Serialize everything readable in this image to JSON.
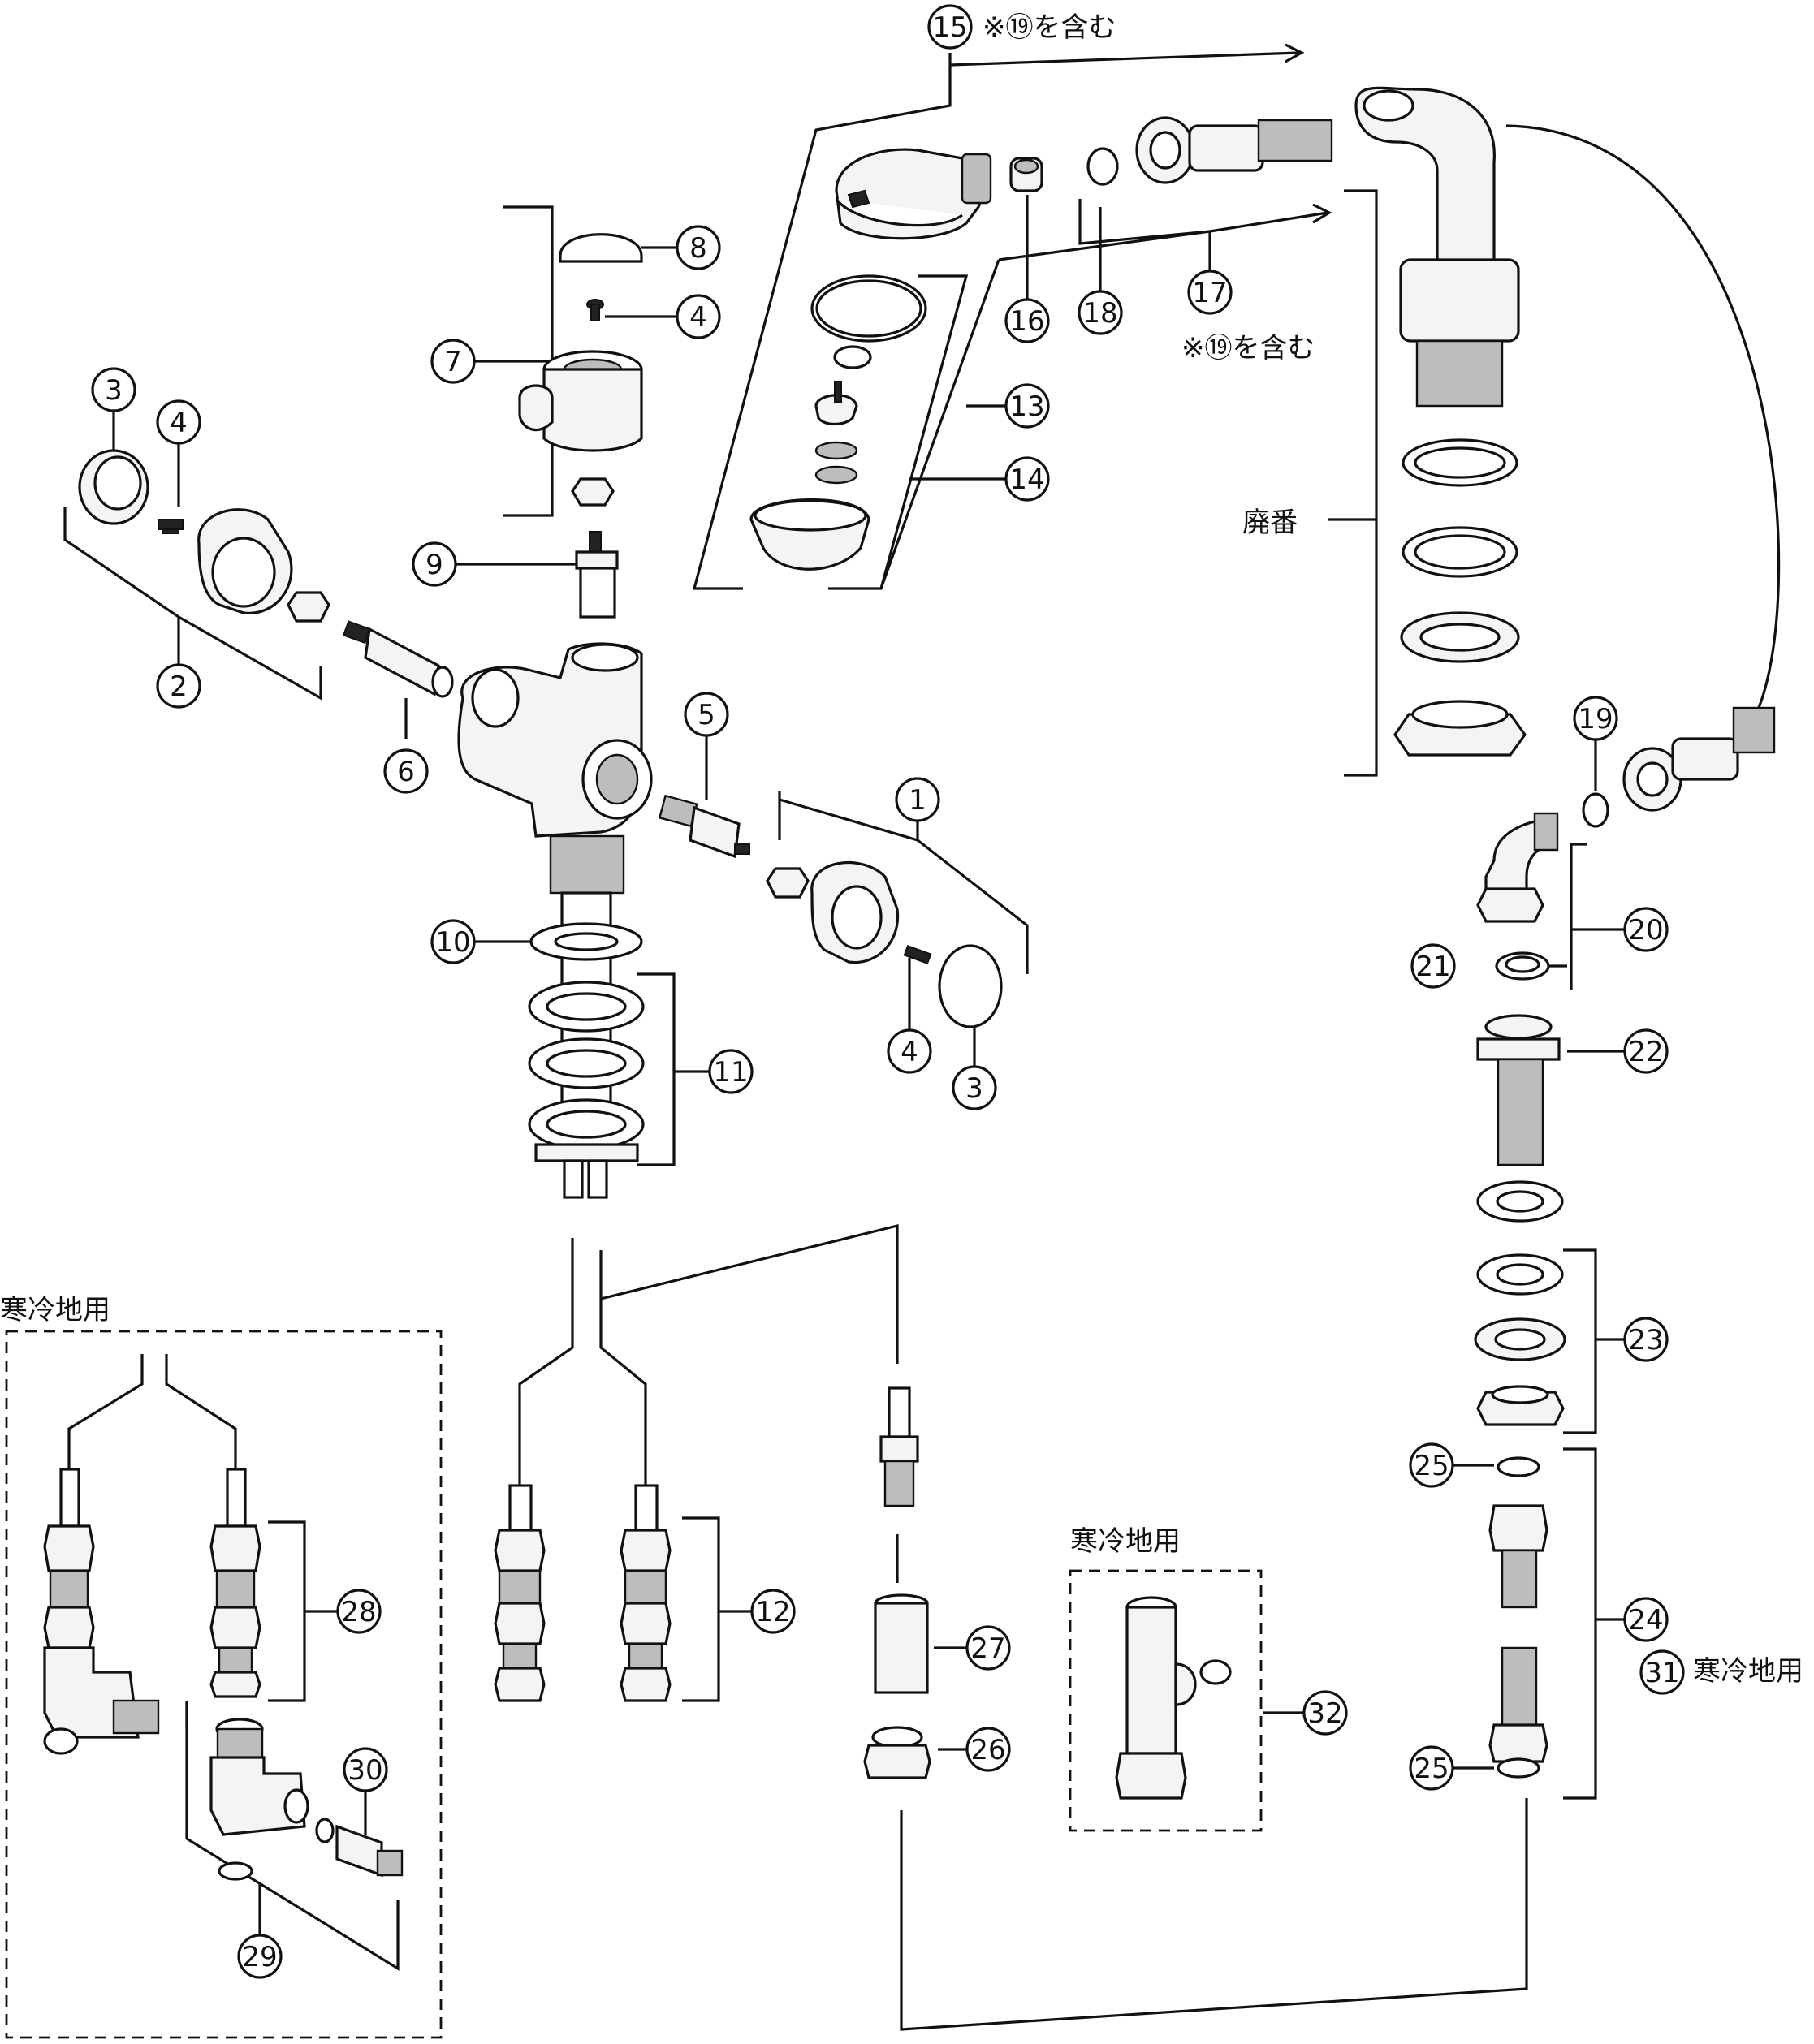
{
  "notes": {
    "includes_19_a": "※⑲を含む",
    "includes_19_b": "※⑲を含む",
    "discontinued": "廃番",
    "cold_region_left": "寒冷地用",
    "cold_region_mid": "寒冷地用",
    "cold_region_31": "寒冷地用"
  },
  "callouts": [
    {
      "id": "c15",
      "label": "15"
    },
    {
      "id": "c8",
      "label": "8"
    },
    {
      "id": "c4a",
      "label": "4"
    },
    {
      "id": "c7",
      "label": "7"
    },
    {
      "id": "c3a",
      "label": "3"
    },
    {
      "id": "c4b",
      "label": "4"
    },
    {
      "id": "c16",
      "label": "16"
    },
    {
      "id": "c18",
      "label": "18"
    },
    {
      "id": "c17",
      "label": "17"
    },
    {
      "id": "c13",
      "label": "13"
    },
    {
      "id": "c14",
      "label": "14"
    },
    {
      "id": "c9",
      "label": "9"
    },
    {
      "id": "c2",
      "label": "2"
    },
    {
      "id": "c6",
      "label": "6"
    },
    {
      "id": "c5",
      "label": "5"
    },
    {
      "id": "c1",
      "label": "1"
    },
    {
      "id": "c19",
      "label": "19"
    },
    {
      "id": "c20",
      "label": "20"
    },
    {
      "id": "c21",
      "label": "21"
    },
    {
      "id": "c10",
      "label": "10"
    },
    {
      "id": "c11",
      "label": "11"
    },
    {
      "id": "c4c",
      "label": "4"
    },
    {
      "id": "c3b",
      "label": "3"
    },
    {
      "id": "c22",
      "label": "22"
    },
    {
      "id": "c23",
      "label": "23"
    },
    {
      "id": "c25a",
      "label": "25"
    },
    {
      "id": "c24",
      "label": "24"
    },
    {
      "id": "c31",
      "label": "31"
    },
    {
      "id": "c25b",
      "label": "25"
    },
    {
      "id": "c28",
      "label": "28"
    },
    {
      "id": "c12",
      "label": "12"
    },
    {
      "id": "c27",
      "label": "27"
    },
    {
      "id": "c32",
      "label": "32"
    },
    {
      "id": "c26",
      "label": "26"
    },
    {
      "id": "c30",
      "label": "30"
    },
    {
      "id": "c29",
      "label": "29"
    }
  ]
}
